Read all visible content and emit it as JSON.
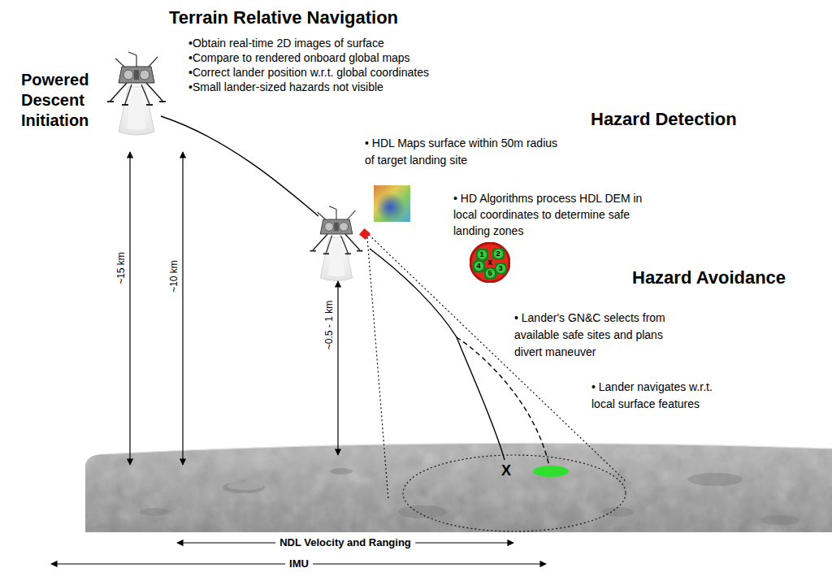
{
  "diagram": {
    "nodes": [
      {
        "text": [
          "x"
        ]
      },
      {
        "text": [
          "1"
        ],
        "in": 0
      },
      {
        "text": [
          "2"
        ],
        "in": 0
      },
      {
        "text": [
          "4"
        ],
        "in": 0
      },
      {
        "text": [
          "5"
        ],
        "in": 0
      },
      {
        "text": [
          "3"
        ],
        "in": 0
      }
    ],
    "labels": [
      "Terrain Relative Navigation",
      "•Obtain real-time 2D images of surface",
      "•Compare to rendered onboard global maps",
      "•Correct lander position w.r.t. global coordinates",
      "•Small lander-sized hazards not visible",
      "Powered Descent Initiation",
      "Hazard Detection",
      "• HDL Maps surface within 50m radius of target landing site",
      "• HD Algorithms process HDL DEM in local coordinates to determine safe landing zones",
      "Hazard Avoidance",
      "• Lander's GN&C selects from available safe sites and plans divert maneuver",
      "• Lander navigates w.r.t. local surface features",
      "~15 km",
      "~10 km",
      "~0.5 - 1 km",
      "X",
      "NDL Velocity and Ranging",
      "IMU"
    ]
  }
}
